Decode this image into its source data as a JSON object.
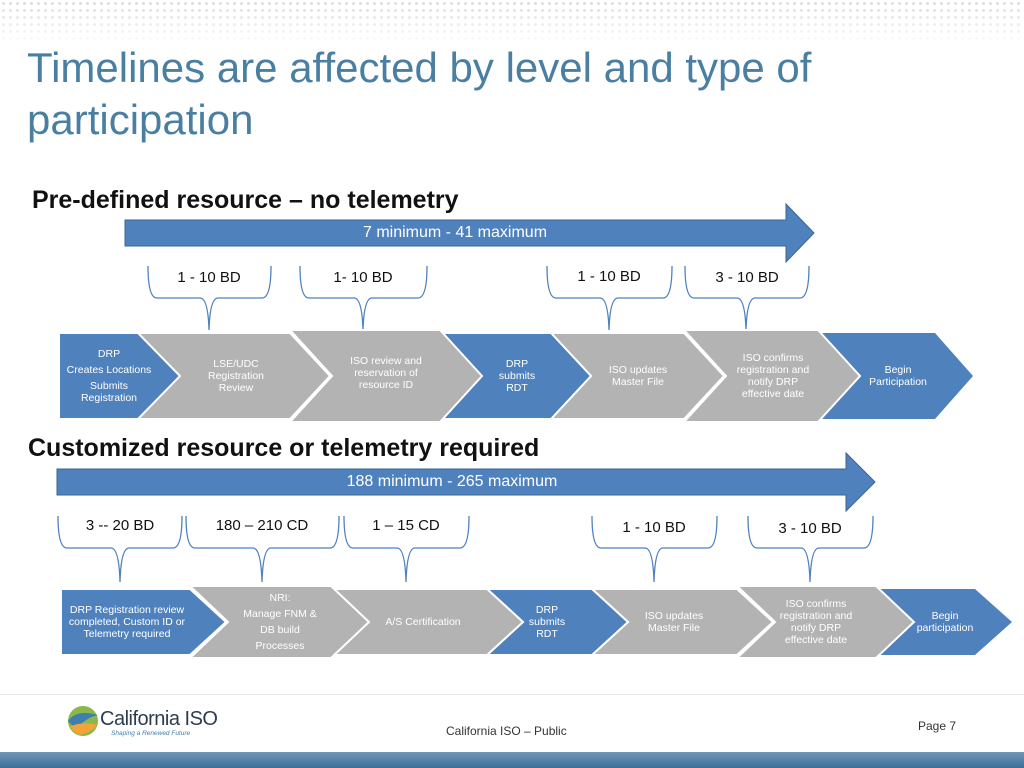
{
  "title": "Timelines are affected by level and type of participation",
  "colors": {
    "blue": "#4f81bd",
    "gray": "#b3b3b3",
    "title": "#4a7fa2"
  },
  "section1": {
    "title": "Pre-defined resource – no telemetry",
    "arrow_label": "7 minimum - 41 maximum",
    "durations": [
      "1 - 10 BD",
      "1- 10 BD",
      "1 - 10 BD",
      "3 - 10 BD"
    ],
    "steps": [
      {
        "lines": [
          "DRP",
          "Creates Locations",
          "Submits Registration"
        ],
        "style": "blue"
      },
      {
        "lines": [
          "LSE/UDC Registration Review"
        ],
        "style": "gray"
      },
      {
        "lines": [
          "ISO review and reservation of resource ID"
        ],
        "style": "gray"
      },
      {
        "lines": [
          "DRP submits RDT"
        ],
        "style": "blue"
      },
      {
        "lines": [
          "ISO updates Master File"
        ],
        "style": "gray"
      },
      {
        "lines": [
          "ISO confirms registration and notify DRP effective date"
        ],
        "style": "gray"
      },
      {
        "lines": [
          "Begin Participation"
        ],
        "style": "blue"
      }
    ]
  },
  "section2": {
    "title": "Customized resource or telemetry required",
    "arrow_label": "188 minimum - 265 maximum",
    "durations": [
      "3 -- 20 BD",
      "180 – 210 CD",
      "1 – 15 CD",
      "1 - 10 BD",
      "3 - 10 BD"
    ],
    "steps": [
      {
        "lines": [
          "DRP Registration review completed, Custom ID or Telemetry required"
        ],
        "style": "blue"
      },
      {
        "lines": [
          "NRI:",
          "Manage FNM &",
          "DB build",
          "Processes"
        ],
        "style": "gray"
      },
      {
        "lines": [
          "A/S Certification"
        ],
        "style": "gray"
      },
      {
        "lines": [
          "DRP submits RDT"
        ],
        "style": "blue"
      },
      {
        "lines": [
          "ISO updates Master File"
        ],
        "style": "gray"
      },
      {
        "lines": [
          "ISO confirms registration and notify DRP effective date"
        ],
        "style": "gray"
      },
      {
        "lines": [
          "Begin participation"
        ],
        "style": "blue"
      }
    ]
  },
  "footer": {
    "logo_text": "California ISO",
    "logo_tagline": "Shaping a Renewed Future",
    "center": "California ISO – Public",
    "page": "Page 7"
  }
}
